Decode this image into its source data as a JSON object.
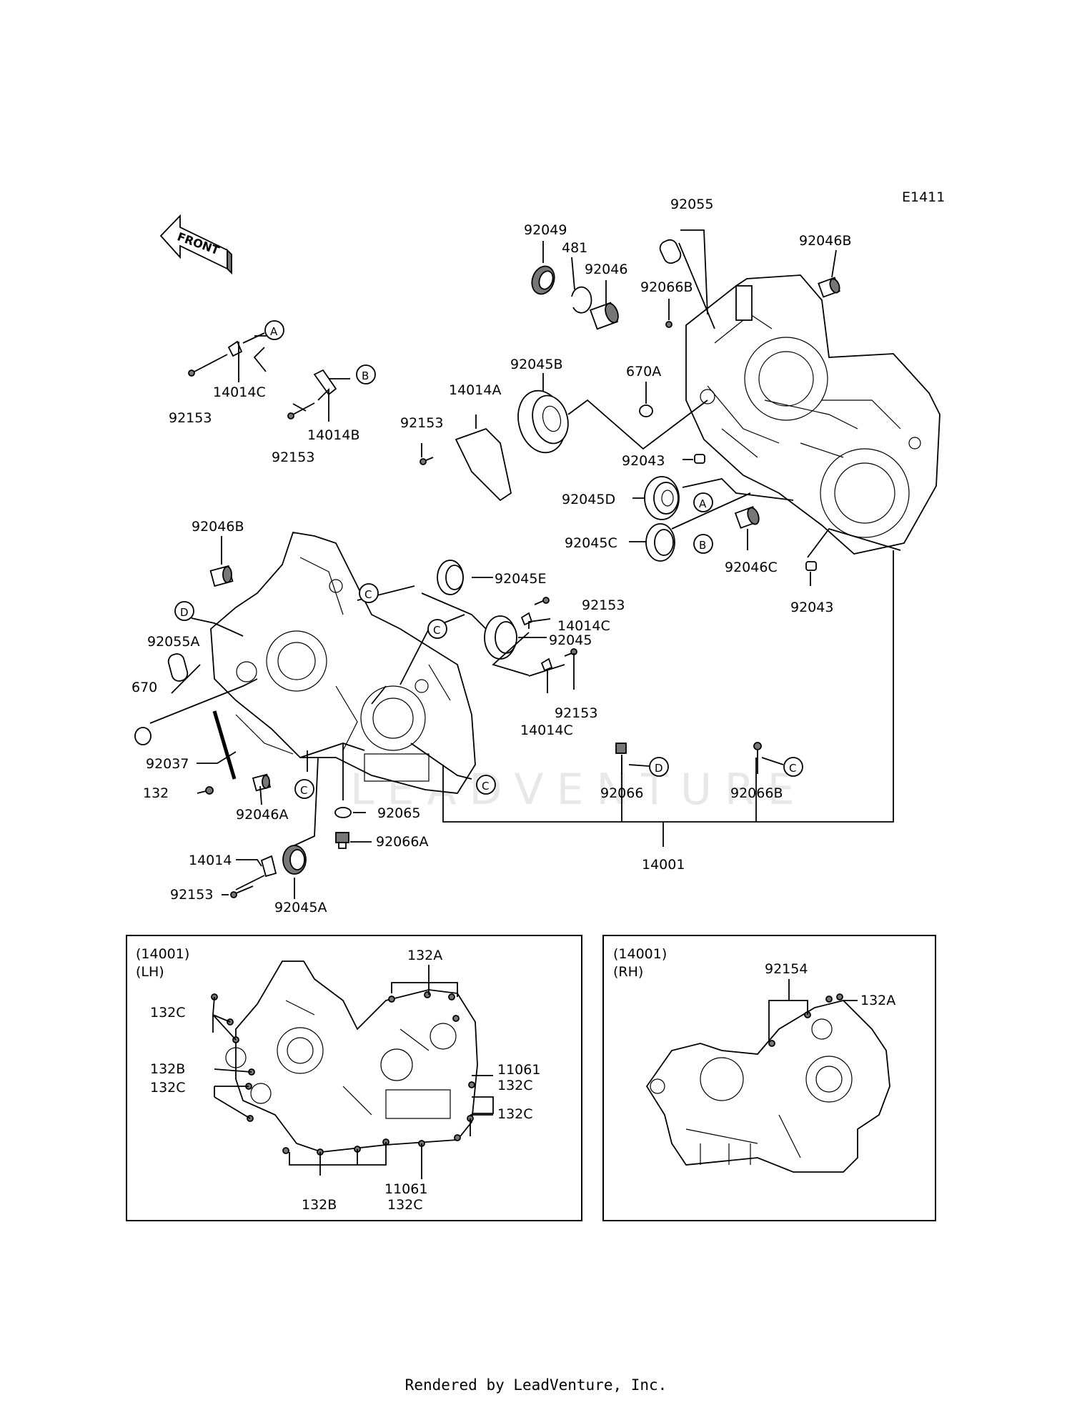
{
  "diagram_code": "E1411",
  "front_label": "FRONT",
  "watermark": "LEADVENTURE",
  "footer": "Rendered by LeadVenture, Inc.",
  "callouts": {
    "p92055": "92055",
    "p92049": "92049",
    "p481": "481",
    "p92046": "92046",
    "p92066B_top": "92066B",
    "p92046B_top": "92046B",
    "p92045B": "92045B",
    "p670A": "670A",
    "p14014A": "14014A",
    "p92153_mid": "92153",
    "p92043_top": "92043",
    "p92045D": "92045D",
    "p92045C": "92045C",
    "p92046C": "92046C",
    "p92043_bot": "92043",
    "p14014C_a": "14014C",
    "p92153_a": "92153",
    "p14014B": "14014B",
    "p92153_b": "92153",
    "p92046B_left": "92046B",
    "p92055A": "92055A",
    "p670": "670",
    "p92037": "92037",
    "p132": "132",
    "p92046A": "92046A",
    "p92045E": "92045E",
    "p92153_c": "92153",
    "p14014C_c": "14014C",
    "p92045": "92045",
    "p92153_d": "92153",
    "p14014C_d": "14014C",
    "p92066_d": "92066",
    "p92066B_c": "92066B",
    "p92065": "92065",
    "p92066A": "92066A",
    "p14014": "14014",
    "p92153_e": "92153",
    "p92045A": "92045A",
    "p14001": "14001"
  },
  "ref_letters": {
    "a": "A",
    "b": "B",
    "c": "C",
    "d": "D"
  },
  "inset_lh": {
    "title_code": "(14001)",
    "title_side": "(LH)",
    "l132A": "132A",
    "l132C_1": "132C",
    "l132B_1": "132B",
    "l132C_2": "132C",
    "l11061_1": "11061",
    "l132C_3": "132C",
    "l132C_4": "132C",
    "l11061_2": "11061",
    "l132C_5": "132C",
    "l132B_2": "132B"
  },
  "inset_rh": {
    "title_code": "(14001)",
    "title_side": "(RH)",
    "l92154": "92154",
    "l132A": "132A"
  }
}
